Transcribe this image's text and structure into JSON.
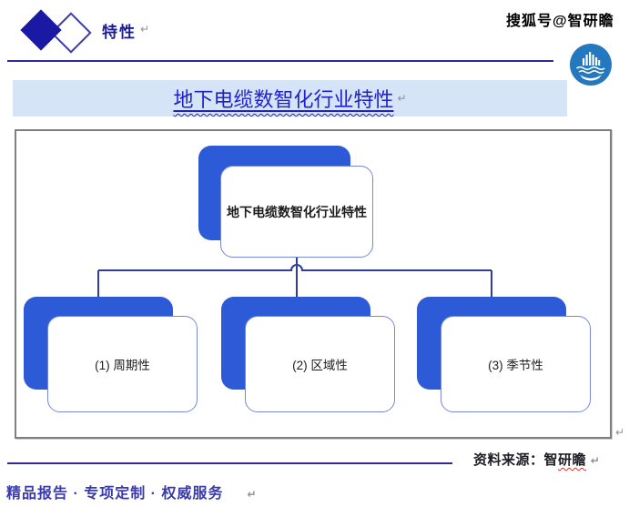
{
  "header": {
    "section_label": "特性",
    "watermark": "搜狐号@智研瞻"
  },
  "banner": {
    "title": "地下电缆数智化行业特性"
  },
  "diagram": {
    "root_label": "地下电缆数智化行业特性",
    "children": [
      {
        "label": "(1) 周期性"
      },
      {
        "label": "(2) 区域性"
      },
      {
        "label": "(3) 季节性"
      }
    ]
  },
  "footer": {
    "source_prefix": "资料来源：智",
    "source_squiggle": "研瞻",
    "tagline": "精品报告 ·  专项定制 · 权威服务"
  },
  "marks": {
    "pilcrow": "↵"
  },
  "icons": {
    "brand": "diamond-pair-icon",
    "publisher": "zhiyan-logo-icon"
  },
  "colors": {
    "node_blue": "#2d5ad6",
    "node_border": "#7688d4",
    "connector_navy": "#2f3c9e",
    "rule_navy": "#2b2b9d",
    "banner_bg": "#d6e4f8",
    "title_blue": "#2121cb",
    "logo_blue": "#2478be",
    "tagline_purple": "#3a3aae",
    "frame_gray": "#7e7e7e"
  }
}
